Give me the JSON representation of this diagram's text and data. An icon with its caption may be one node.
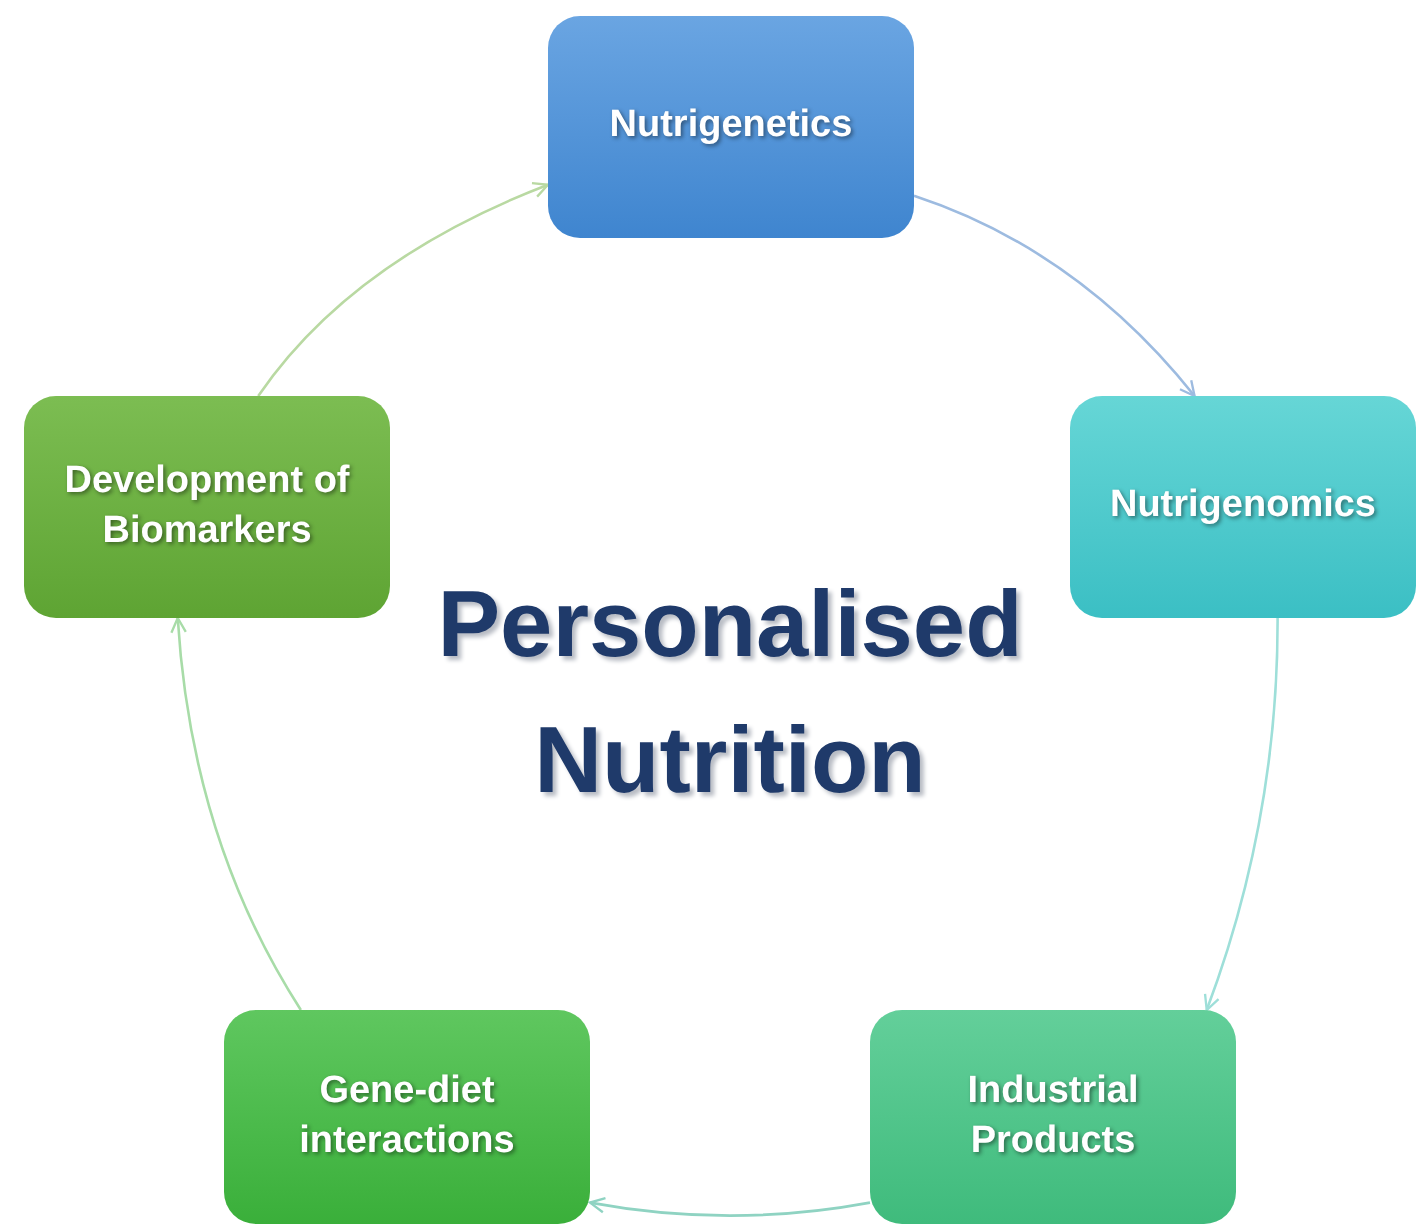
{
  "diagram": {
    "title": "Personalised Nutrition",
    "nodes": [
      {
        "text": [
          "Nutrigenetics"
        ]
      },
      {
        "text": [
          "Nutrigenomics"
        ]
      },
      {
        "text": [
          "Industrial Products"
        ]
      },
      {
        "text": [
          "Gene-diet interactions"
        ]
      },
      {
        "text": [
          "Development of Biomarkers"
        ]
      }
    ],
    "edges": [
      {
        "from": 0,
        "to": 1,
        "arrow": "to",
        "color": "#9dbbe0"
      },
      {
        "from": 1,
        "to": 2,
        "arrow": "to",
        "color": "#9edfd9"
      },
      {
        "from": 2,
        "to": 3,
        "arrow": "to",
        "color": "#8fd3c2"
      },
      {
        "from": 3,
        "to": 4,
        "arrow": "to",
        "color": "#a8dca8"
      },
      {
        "from": 4,
        "to": 0,
        "arrow": "to",
        "color": "#b9d9a2"
      }
    ]
  }
}
